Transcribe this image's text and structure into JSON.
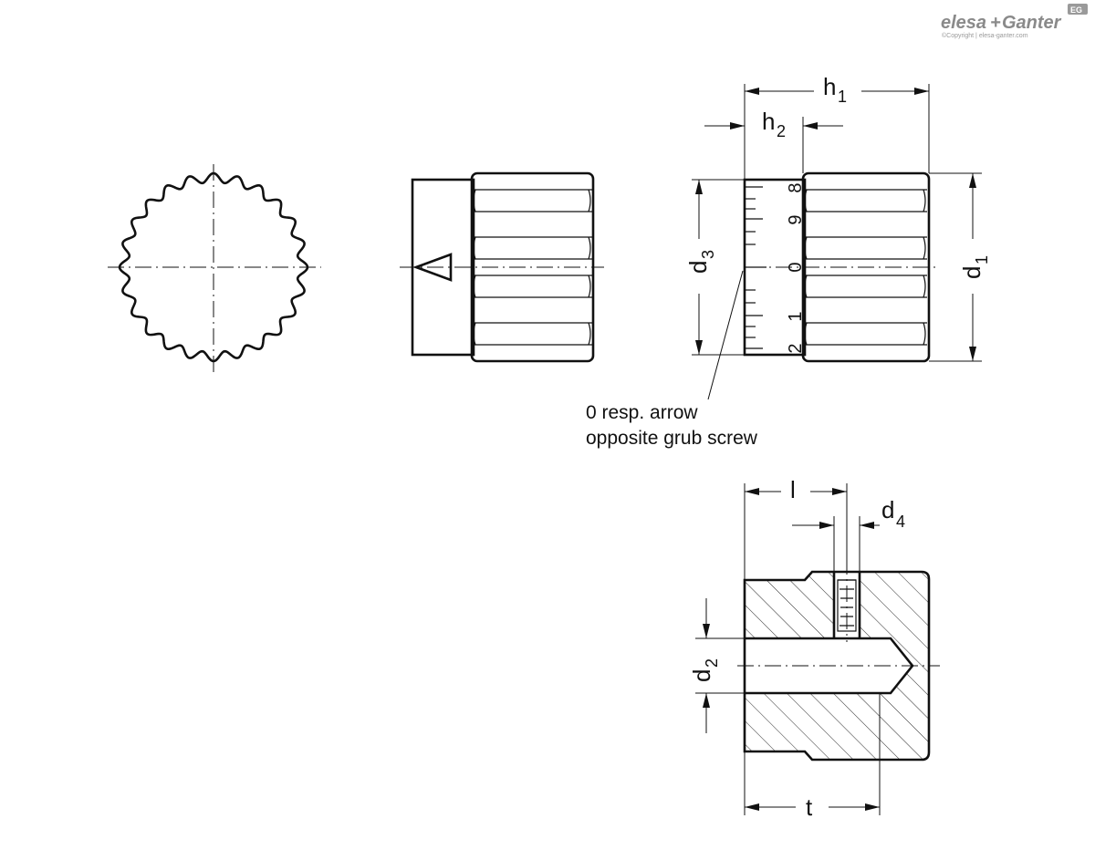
{
  "brand": {
    "logo_left": "elesa",
    "logo_plus": "+",
    "logo_right": "Ganter",
    "badge": "EG",
    "copyright": "©Copyright | elesa-ganter.com",
    "color": "#8a8a8a"
  },
  "labels": {
    "h1": "h",
    "h1_sub": "1",
    "h2": "h",
    "h2_sub": "2",
    "d1": "d",
    "d1_sub": "1",
    "d3": "d",
    "d3_sub": "3",
    "d2": "d",
    "d2_sub": "2",
    "d4": "d",
    "d4_sub": "4",
    "l": "l",
    "t": "t"
  },
  "scale_numbers": [
    "8",
    "9",
    "0",
    "1",
    "2"
  ],
  "note": {
    "line1": "0 resp. arrow",
    "line2": "opposite grub screw"
  },
  "colors": {
    "ink": "#111111",
    "background": "#ffffff"
  }
}
